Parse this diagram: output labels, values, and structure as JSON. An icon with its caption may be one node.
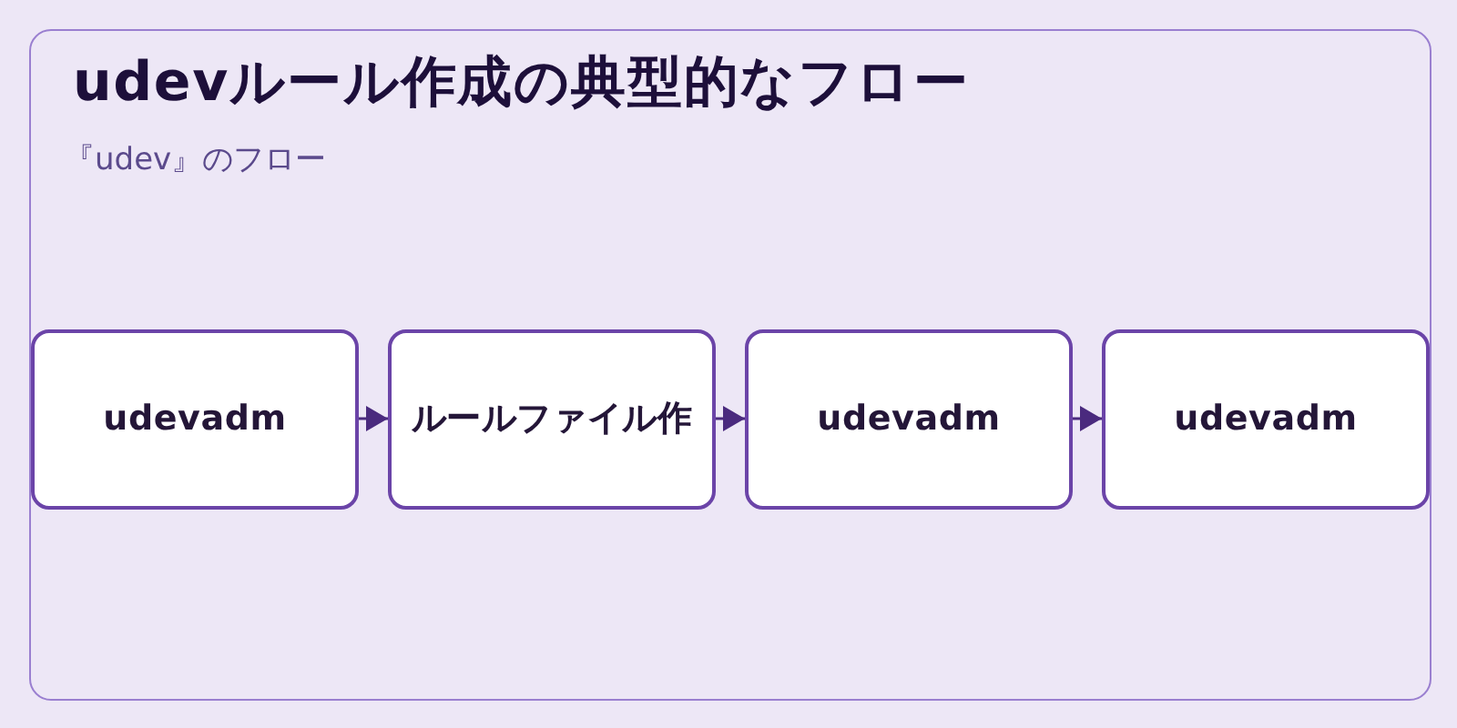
{
  "diagram": {
    "nodes": [
      {
        "text": [
          "udevルール作成の典型的なフロー",
          "『udev』のフロー"
        ]
      },
      {
        "text": [
          "udevadm"
        ],
        "in": 0
      },
      {
        "text": [
          "ルールファイル作"
        ],
        "in": 0
      },
      {
        "text": [
          "udevadm"
        ],
        "in": 0
      },
      {
        "text": [
          "udevadm"
        ],
        "in": 0
      }
    ],
    "edges": [
      {
        "from": 1,
        "to": 2,
        "arrow": "to"
      },
      {
        "from": 2,
        "to": 3,
        "arrow": "to"
      },
      {
        "from": 3,
        "to": 4,
        "arrow": "to"
      }
    ]
  }
}
